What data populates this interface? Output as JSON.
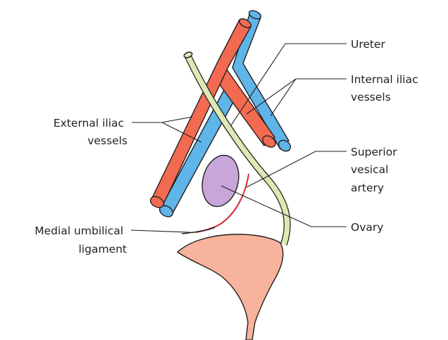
{
  "labels": {
    "ureter": [
      "Ureter"
    ],
    "internal_iliac": [
      "Internal iliac",
      "vessels"
    ],
    "external_iliac": [
      "External iliac",
      "vessels"
    ],
    "superior_vesical": [
      "Superior",
      "vesical",
      "artery"
    ],
    "ovary": [
      "Ovary"
    ],
    "medial_umbilical": [
      "Medial umbilical",
      "ligament"
    ]
  },
  "colors": {
    "artery": "#f26a50",
    "vein": "#5fb4e8",
    "ureter": "#dde9b3",
    "ovary": "#c9a6d9",
    "bladder": "#f7b39b",
    "superior_vesical_artery": "#d7262d",
    "outline": "#231f20"
  }
}
